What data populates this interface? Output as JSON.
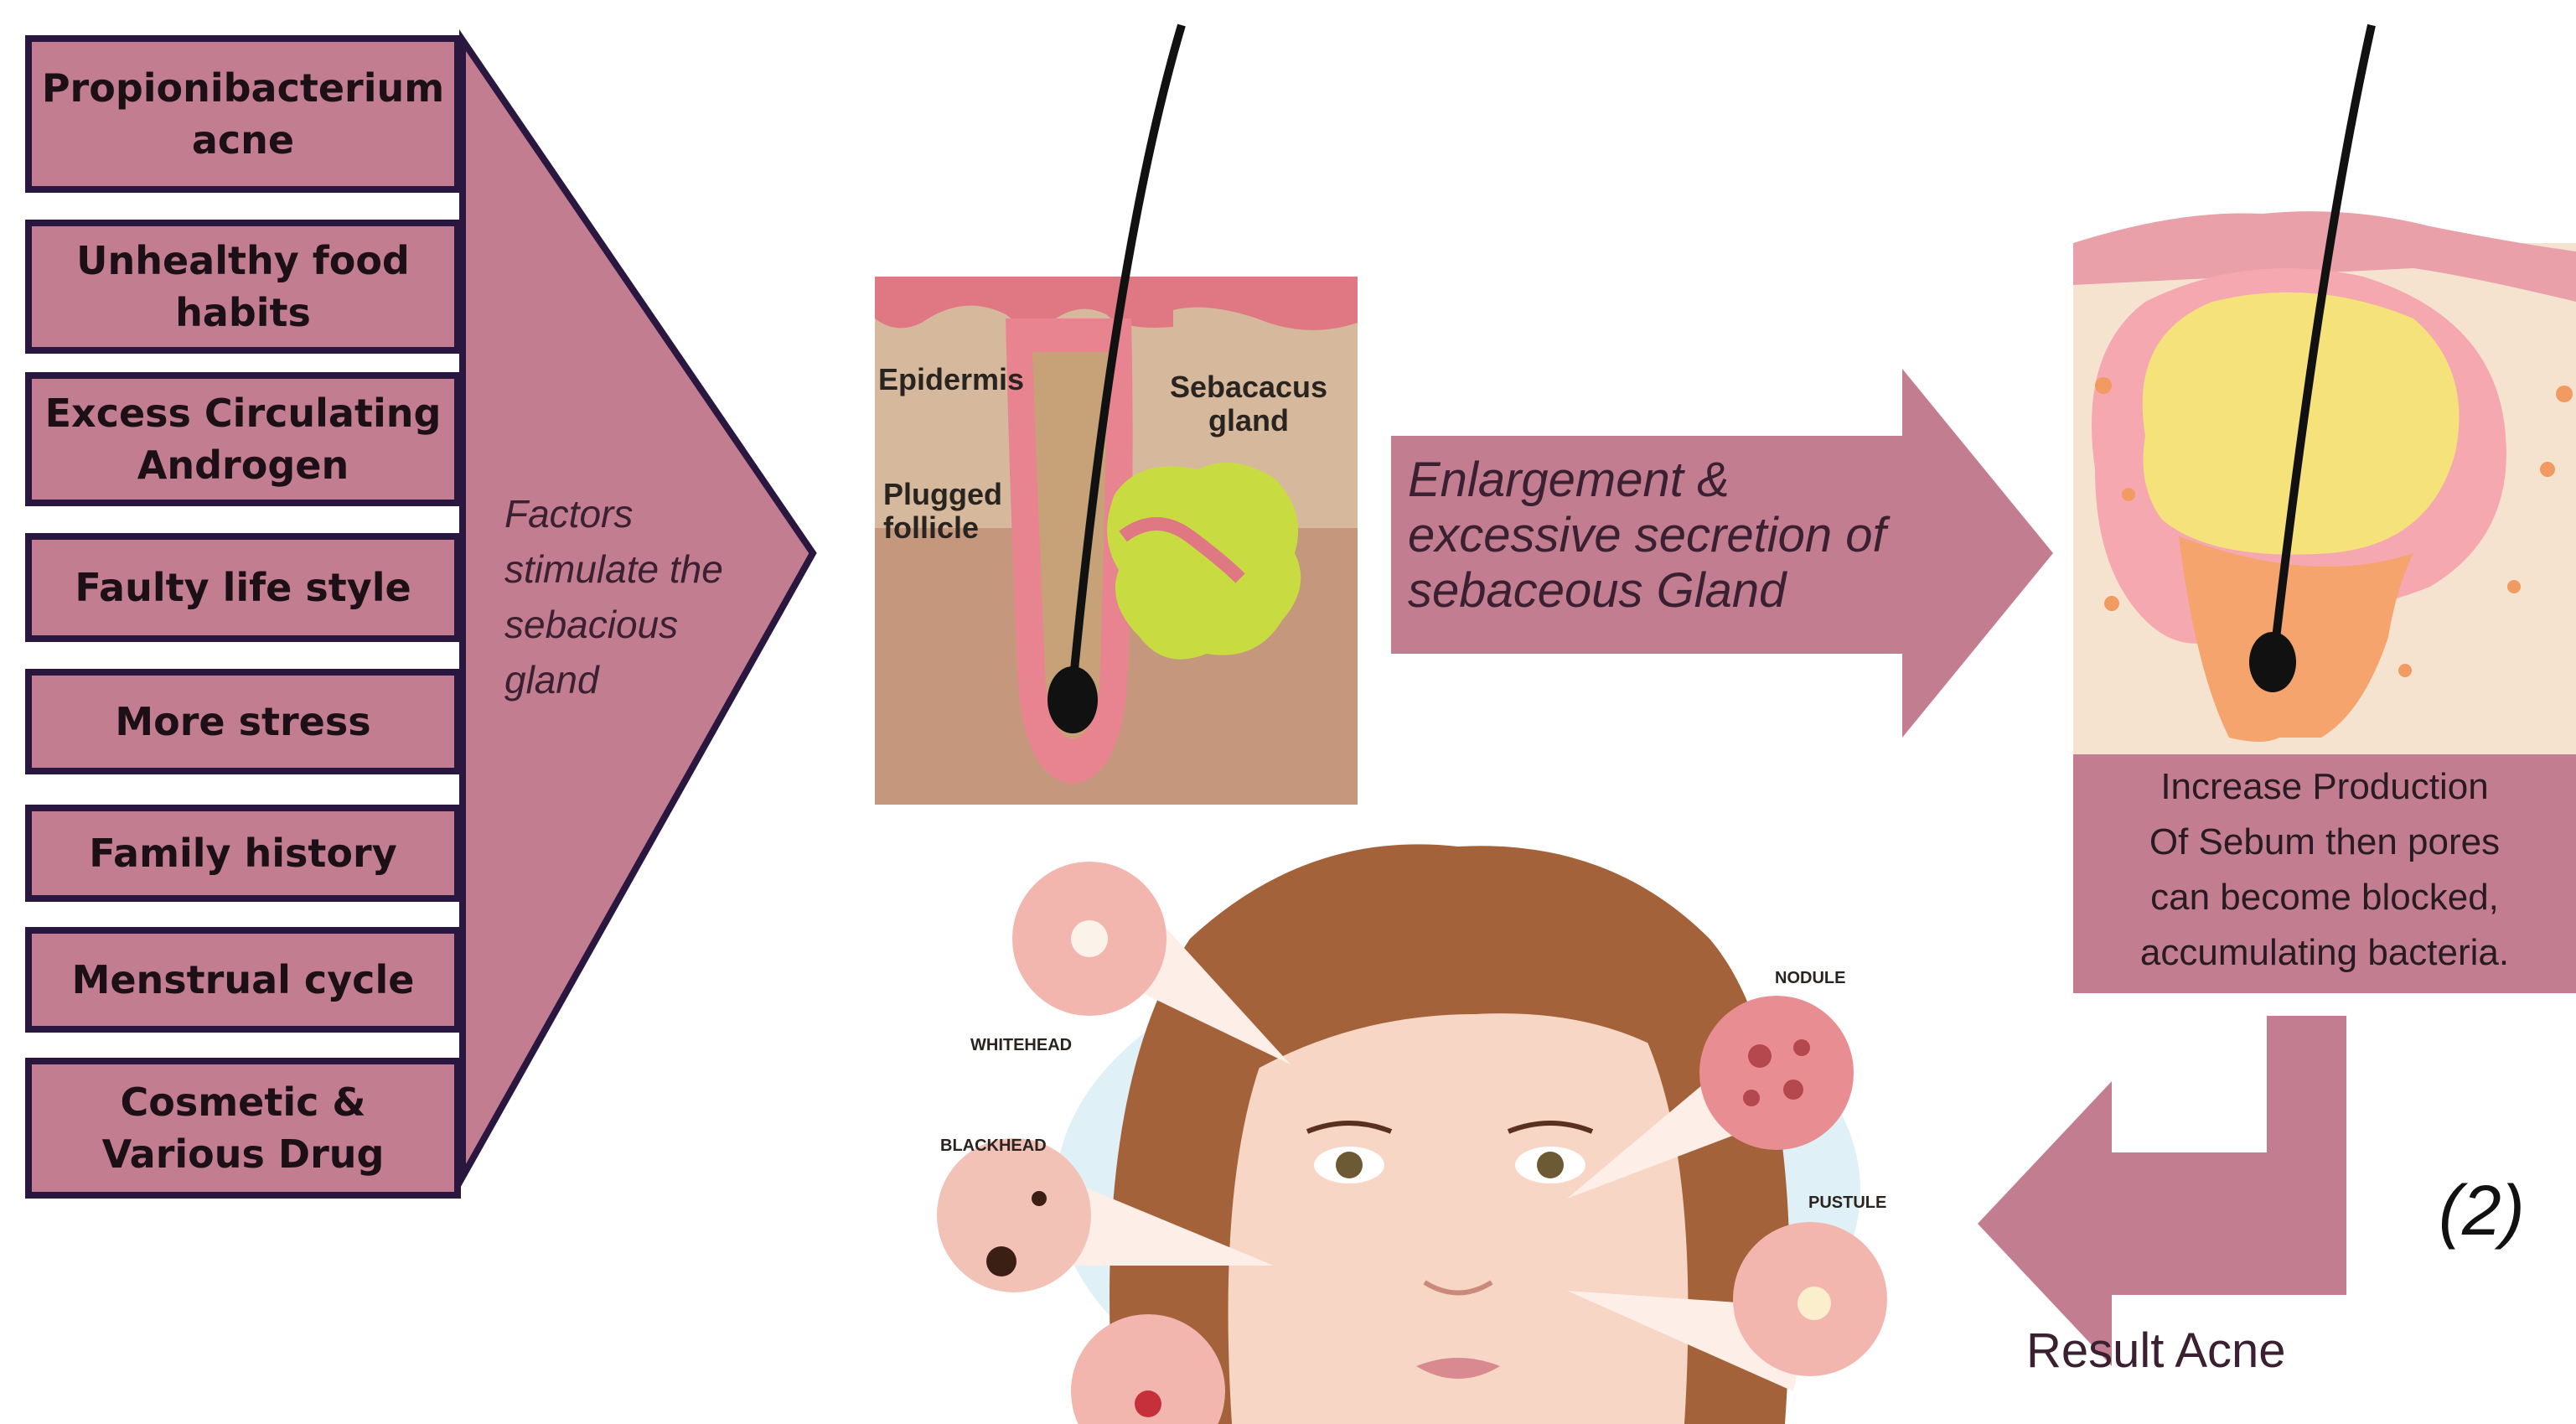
{
  "factors": [
    "Propionibacterium\nacne",
    "Unhealthy food\nhabits",
    "Excess Circulating\nAndrogen",
    "Faulty life style",
    "More stress",
    "Family history",
    "Menstrual cycle",
    "Cosmetic &\nVarious Drug"
  ],
  "big_arrow_text": "Factors\nstimulate the\nsebacious\ngland",
  "skin_diagram": {
    "epidermis": "Epidermis",
    "gland": "Sebacacus\ngland",
    "follicle": "Plugged\nfollicle"
  },
  "middle_arrow_text": "Enlargement &\nexcessive secretion of\nsebaceous Gland",
  "sebum_box_text": "Increase Production\nOf Sebum then pores\ncan become blocked,\naccumulating bacteria.",
  "result_text": "Result Acne",
  "acne_labels": {
    "whitehead": "WHITEHEAD",
    "blackhead": "BLACKHEAD",
    "nodule": "NODULE",
    "pustule": "PUSTULE"
  },
  "reference": "(2)",
  "colors": {
    "arrow": "#c37d91",
    "box_border": "#2a1740",
    "skin_pink": "#e8848f",
    "gland_green": "#c8dc42"
  }
}
